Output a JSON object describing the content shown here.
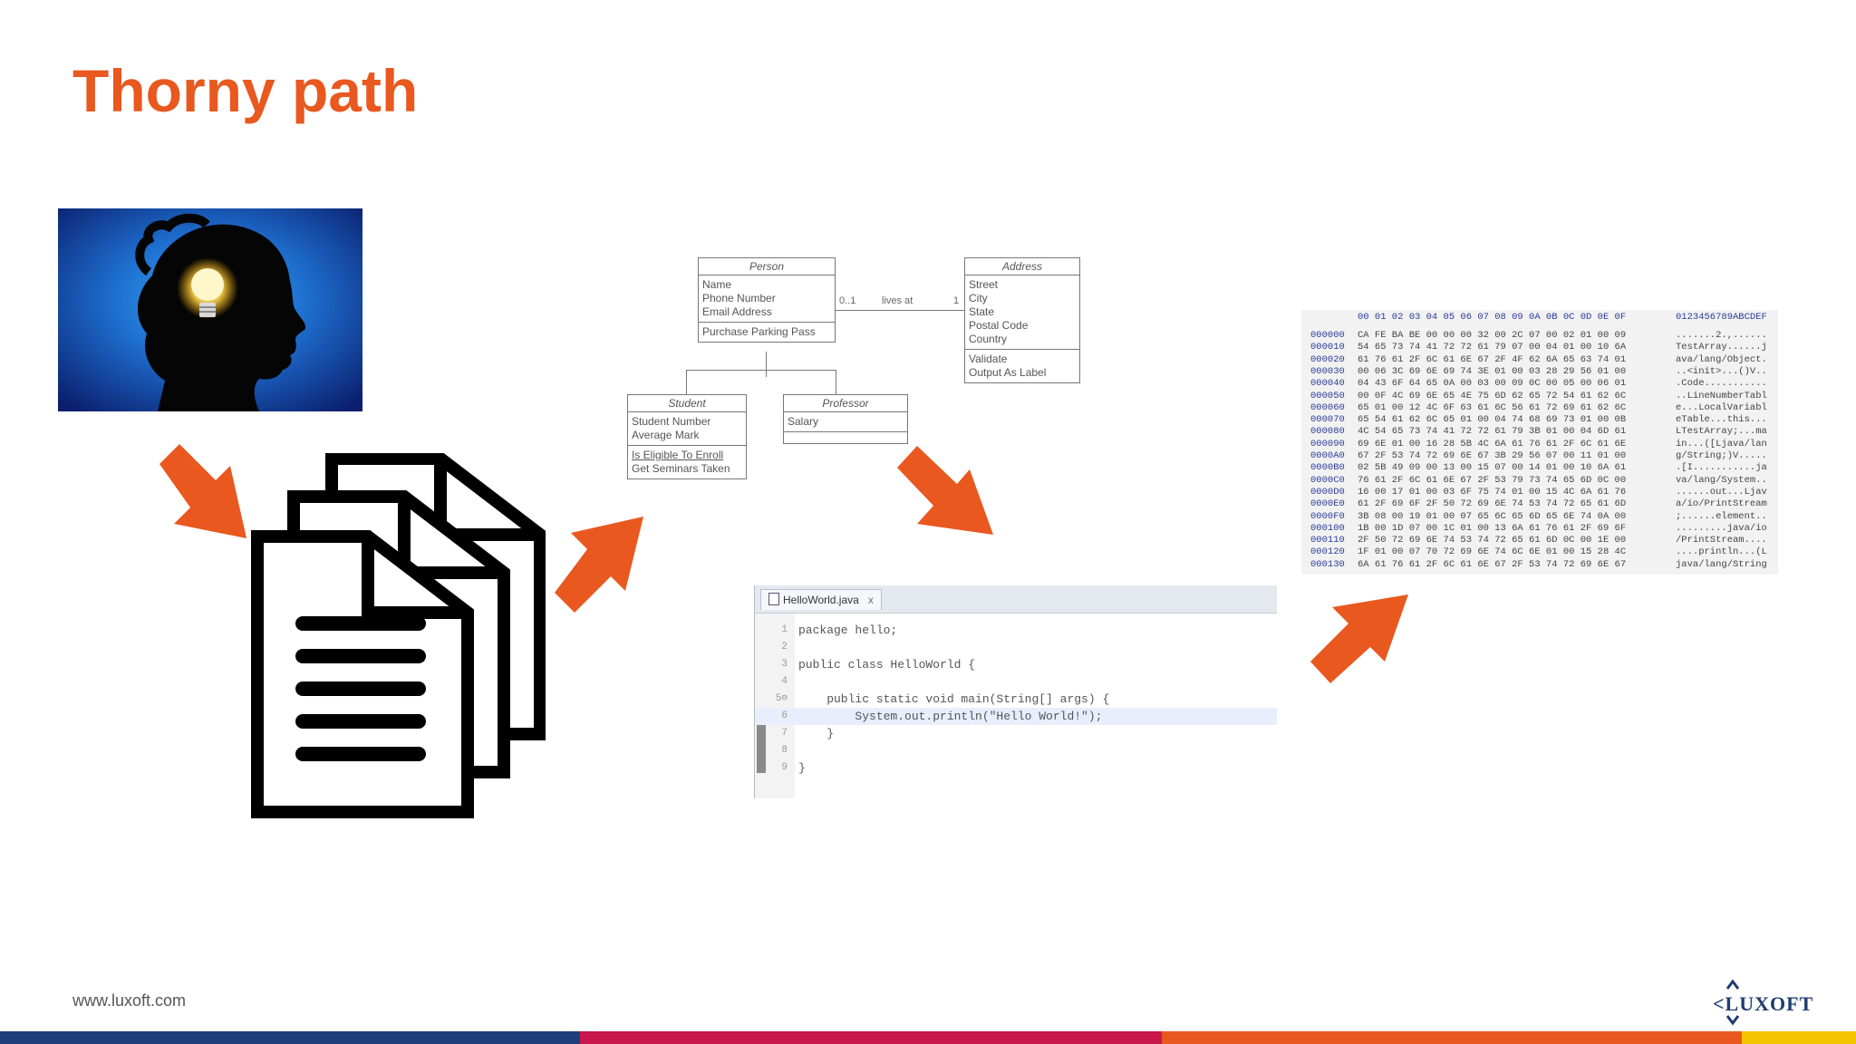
{
  "slide": {
    "title": "Thorny path",
    "footer_url": "www.luxoft.com",
    "logo_text": "LUXOFT"
  },
  "colors": {
    "accent": "#e8581f",
    "bar_blue": "#1e3d7b",
    "bar_magenta": "#c8174c",
    "bar_orange": "#e8581f",
    "bar_yellow": "#f5c400"
  },
  "icons": {
    "idea_image": "head-lightbulb-image",
    "documents": "documents-icon",
    "arrow": "arrow-icon"
  },
  "uml": {
    "person": {
      "name": "Person",
      "attributes": [
        "Name",
        "Phone Number",
        "Email Address"
      ],
      "methods": [
        "Purchase Parking Pass"
      ]
    },
    "address": {
      "name": "Address",
      "attributes": [
        "Street",
        "City",
        "State",
        "Postal Code",
        "Country"
      ],
      "methods": [
        "Validate",
        "Output As Label"
      ]
    },
    "student": {
      "name": "Student",
      "attributes": [
        "Student Number",
        "Average Mark"
      ],
      "methods": [
        "Is Eligible To Enroll",
        "Get Seminars Taken"
      ]
    },
    "professor": {
      "name": "Professor",
      "attributes": [
        "Salary"
      ],
      "methods": [
        ""
      ]
    },
    "association": {
      "left_mult": "0..1",
      "label": "lives at",
      "right_mult": "1"
    }
  },
  "editor": {
    "tab_label": "HelloWorld.java",
    "tab_close": "x",
    "lines": [
      {
        "num": "1",
        "text": "package hello;"
      },
      {
        "num": "2",
        "text": ""
      },
      {
        "num": "3",
        "text": "public class HelloWorld {"
      },
      {
        "num": "4",
        "text": ""
      },
      {
        "num": "5⊖",
        "text": "    public static void main(String[] args) {"
      },
      {
        "num": "6",
        "text": "        System.out.println(\"Hello World!\");"
      },
      {
        "num": "7",
        "text": "    }"
      },
      {
        "num": "8",
        "text": ""
      },
      {
        "num": "9",
        "text": "}"
      }
    ]
  },
  "hex": {
    "header_bytes": "00 01 02 03 04 05 06 07 08 09 0A 0B 0C 0D 0E 0F",
    "header_ascii": "0123456789ABCDEF",
    "rows": [
      {
        "offset": "000000",
        "bytes": "CA FE BA BE 00 00 00 32 00 2C 07 00 02 01 00 09",
        "ascii": ".......2.,......"
      },
      {
        "offset": "000010",
        "bytes": "54 65 73 74 41 72 72 61 79 07 00 04 01 00 10 6A",
        "ascii": "TestArray......j"
      },
      {
        "offset": "000020",
        "bytes": "61 76 61 2F 6C 61 6E 67 2F 4F 62 6A 65 63 74 01",
        "ascii": "ava/lang/Object."
      },
      {
        "offset": "000030",
        "bytes": "00 06 3C 69 6E 69 74 3E 01 00 03 28 29 56 01 00",
        "ascii": "..<init>...()V.."
      },
      {
        "offset": "000040",
        "bytes": "04 43 6F 64 65 0A 00 03 00 09 0C 00 05 00 06 01",
        "ascii": ".Code..........."
      },
      {
        "offset": "000050",
        "bytes": "00 0F 4C 69 6E 65 4E 75 6D 62 65 72 54 61 62 6C",
        "ascii": "..LineNumberTabl"
      },
      {
        "offset": "000060",
        "bytes": "65 01 00 12 4C 6F 63 61 6C 56 61 72 69 61 62 6C",
        "ascii": "e...LocalVariabl"
      },
      {
        "offset": "000070",
        "bytes": "65 54 61 62 6C 65 01 00 04 74 68 69 73 01 00 0B",
        "ascii": "eTable...this..."
      },
      {
        "offset": "000080",
        "bytes": "4C 54 65 73 74 41 72 72 61 79 3B 01 00 04 6D 61",
        "ascii": "LTestArray;...ma"
      },
      {
        "offset": "000090",
        "bytes": "69 6E 01 00 16 28 5B 4C 6A 61 76 61 2F 6C 61 6E",
        "ascii": "in...([Ljava/lan"
      },
      {
        "offset": "0000A0",
        "bytes": "67 2F 53 74 72 69 6E 67 3B 29 56 07 00 11 01 00",
        "ascii": "g/String;)V....."
      },
      {
        "offset": "0000B0",
        "bytes": "02 5B 49 09 00 13 00 15 07 00 14 01 00 10 6A 61",
        "ascii": ".[I...........ja"
      },
      {
        "offset": "0000C0",
        "bytes": "76 61 2F 6C 61 6E 67 2F 53 79 73 74 65 6D 0C 00",
        "ascii": "va/lang/System.."
      },
      {
        "offset": "0000D0",
        "bytes": "16 00 17 01 00 03 6F 75 74 01 00 15 4C 6A 61 76",
        "ascii": "......out...Ljav"
      },
      {
        "offset": "0000E0",
        "bytes": "61 2F 69 6F 2F 50 72 69 6E 74 53 74 72 65 61 6D",
        "ascii": "a/io/PrintStream"
      },
      {
        "offset": "0000F0",
        "bytes": "3B 08 00 19 01 00 07 65 6C 65 6D 65 6E 74 0A 00",
        "ascii": ";......element.."
      },
      {
        "offset": "000100",
        "bytes": "1B 00 1D 07 00 1C 01 00 13 6A 61 76 61 2F 69 6F",
        "ascii": ".........java/io"
      },
      {
        "offset": "000110",
        "bytes": "2F 50 72 69 6E 74 53 74 72 65 61 6D 0C 00 1E 00",
        "ascii": "/PrintStream...."
      },
      {
        "offset": "000120",
        "bytes": "1F 01 00 07 70 72 69 6E 74 6C 6E 01 00 15 28 4C",
        "ascii": "....println...(L"
      },
      {
        "offset": "000130",
        "bytes": "6A 61 76 61 2F 6C 61 6E 67 2F 53 74 72 69 6E 67",
        "ascii": "java/lang/String"
      }
    ]
  }
}
